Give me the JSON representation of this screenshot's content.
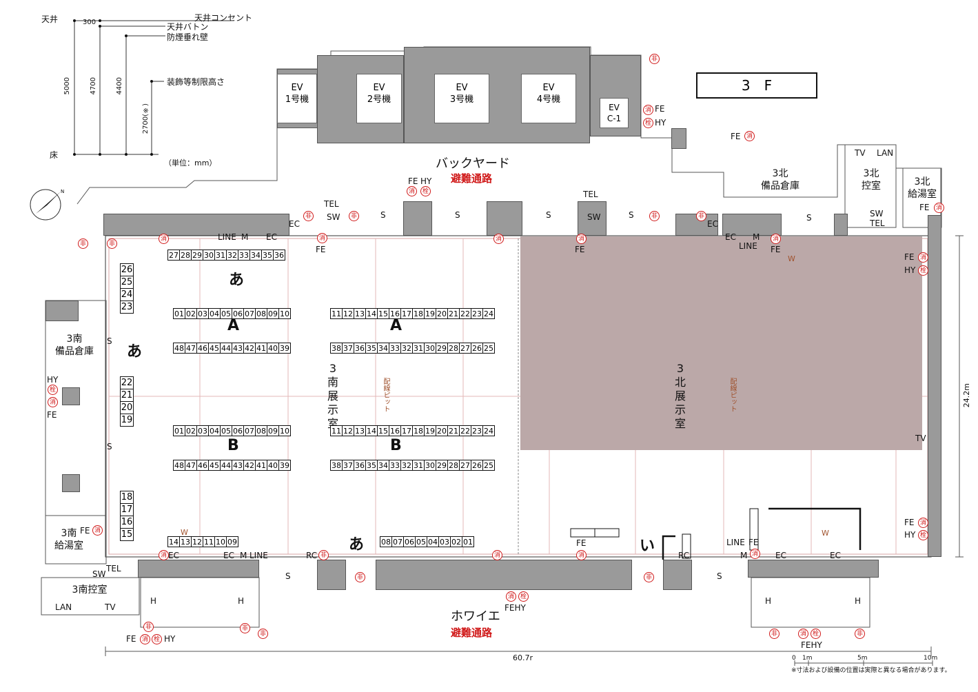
{
  "floor_label": "3　F",
  "legend": {
    "labels": [
      "天井",
      "床"
    ],
    "items": [
      "天井コンセント",
      "天井バトン",
      "防煙垂れ壁",
      "装飾等制限高さ"
    ],
    "values": [
      "5000",
      "4700",
      "4400",
      "2700(※)",
      "300"
    ],
    "unit": "（単位：mm）"
  },
  "elevators": [
    "EV\n1号機",
    "EV\n2号機",
    "EV\n3号機",
    "EV\n4号機",
    "EV\nC-1"
  ],
  "areas": {
    "backyard": "バックヤード",
    "evac": "避難通路",
    "foyer": "ホワイエ",
    "north_storage": "3北\n備品倉庫",
    "north_control": "3北\n控室",
    "north_kitchen": "3北\n給湯室",
    "south_storage": "3南\n備品倉庫",
    "south_kitchen": "3南\n給湯室",
    "south_control": "3南控室",
    "south_hall": "3\n南\n展\n示\n室",
    "north_hall": "3\n北\n展\n示\n室",
    "pit": "配線ピット"
  },
  "zones": {
    "a_hira": "あ",
    "i_hira": "い",
    "A": "A",
    "B": "B"
  },
  "booths": {
    "top_row": [
      "27",
      "28",
      "29",
      "30",
      "31",
      "32",
      "33",
      "34",
      "35",
      "36"
    ],
    "left_col_top": [
      "26",
      "25",
      "24",
      "23"
    ],
    "left_col_mid": [
      "22",
      "21",
      "20",
      "19"
    ],
    "left_col_bot": [
      "18",
      "17",
      "16",
      "15"
    ],
    "a_left_top": [
      "01",
      "02",
      "03",
      "04",
      "05",
      "06",
      "07",
      "08",
      "09",
      "10"
    ],
    "a_left_bot": [
      "48",
      "47",
      "46",
      "45",
      "44",
      "43",
      "42",
      "41",
      "40",
      "39"
    ],
    "a_right_top": [
      "11",
      "12",
      "13",
      "14",
      "15",
      "16",
      "17",
      "18",
      "19",
      "20",
      "21",
      "22",
      "23",
      "24"
    ],
    "a_right_bot": [
      "38",
      "37",
      "36",
      "35",
      "34",
      "33",
      "32",
      "31",
      "30",
      "29",
      "28",
      "27",
      "26",
      "25"
    ],
    "bottom_left": [
      "14",
      "13",
      "12",
      "11",
      "10",
      "09"
    ],
    "bottom_right": [
      "08",
      "07",
      "06",
      "05",
      "04",
      "03",
      "02",
      "01"
    ]
  },
  "labels": {
    "fe": "FE",
    "hy": "HY",
    "ec": "EC",
    "tel": "TEL",
    "sw": "SW",
    "s": "S",
    "line": "LINE",
    "m": "M",
    "rc": "RC",
    "tv": "TV",
    "lan": "LAN",
    "w": "W",
    "h": "H",
    "fehy": "FEHY"
  },
  "symbols": {
    "hi": "非",
    "sho": "消",
    "sen": "栓"
  },
  "dimensions": {
    "width": "60.7r",
    "height": "24.2m"
  },
  "scale": {
    "labels": [
      "0",
      "1m",
      "5m",
      "10m"
    ]
  },
  "note": "※寸法および設備の位置は実際と異なる場合があります。"
}
